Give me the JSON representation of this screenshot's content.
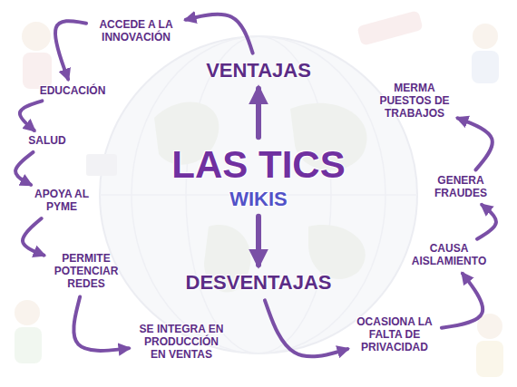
{
  "diagram": {
    "nodes": [
      {
        "text": [
          "LAS TICS",
          "WIKIS"
        ]
      },
      {
        "text": [
          "VENTAJAS"
        ]
      },
      {
        "text": [
          "ACCEDE A LA INNOVACIÓN"
        ]
      },
      {
        "text": [
          "EDUCACIÓN"
        ]
      },
      {
        "text": [
          "SALUD"
        ]
      },
      {
        "text": [
          "APOYA AL PYME"
        ]
      },
      {
        "text": [
          "PERMITE POTENCIAR REDES"
        ]
      },
      {
        "text": [
          "SE INTEGRA EN PRODUCCIÓN EN VENTAS"
        ]
      },
      {
        "text": [
          "DESVENTAJAS"
        ]
      },
      {
        "text": [
          "OCASIONA LA FALTA DE PRIVACIDAD"
        ]
      },
      {
        "text": [
          "CAUSA AISLAMIENTO"
        ]
      },
      {
        "text": [
          "GENERA FRAUDES"
        ]
      },
      {
        "text": [
          "MERMA PUESTOS DE TRABAJOS"
        ]
      }
    ],
    "edges": [
      {
        "from": 0,
        "to": 1,
        "arrow": "to"
      },
      {
        "from": 0,
        "to": 8,
        "arrow": "to"
      },
      {
        "from": 1,
        "to": 2,
        "arrow": "to"
      },
      {
        "from": 2,
        "to": 3,
        "arrow": "to"
      },
      {
        "from": 3,
        "to": 4,
        "arrow": "to"
      },
      {
        "from": 4,
        "to": 5,
        "arrow": "to"
      },
      {
        "from": 5,
        "to": 6,
        "arrow": "to"
      },
      {
        "from": 6,
        "to": 7,
        "arrow": "to"
      },
      {
        "from": 8,
        "to": 9,
        "arrow": "to"
      },
      {
        "from": 9,
        "to": 10,
        "arrow": "to"
      },
      {
        "from": 10,
        "to": 11,
        "arrow": "to"
      },
      {
        "from": 11,
        "to": 12,
        "arrow": "to"
      }
    ]
  }
}
